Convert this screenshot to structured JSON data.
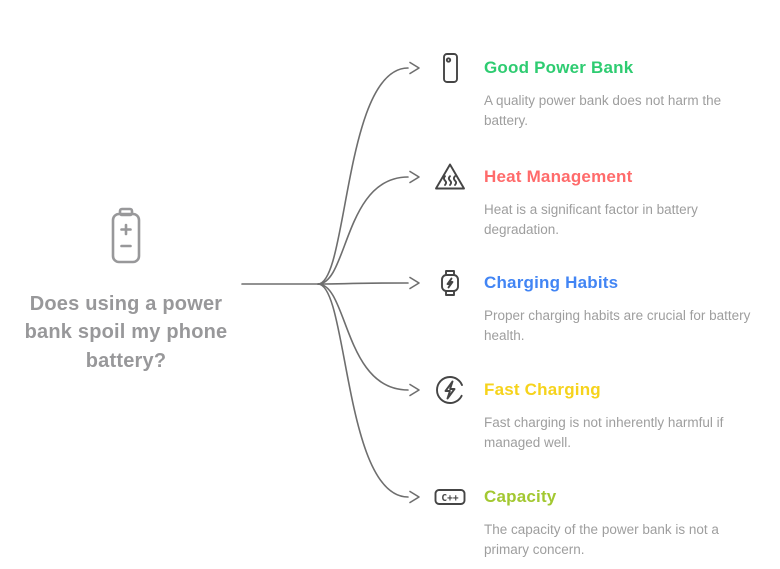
{
  "center": {
    "question": "Does using a power bank spoil my phone battery?"
  },
  "branches": [
    {
      "title": "Good Power Bank",
      "color": "#2ecc71",
      "description": "A quality power bank does not harm the battery."
    },
    {
      "title": "Heat Management",
      "color": "#ff6b6b",
      "description": "Heat is a significant factor in battery degradation."
    },
    {
      "title": "Charging Habits",
      "color": "#4285f4",
      "description": "Proper charging habits are crucial for battery health."
    },
    {
      "title": "Fast Charging",
      "color": "#f6d31c",
      "description": "Fast charging is not inherently harmful if managed well."
    },
    {
      "title": "Capacity",
      "color": "#a3c831",
      "description": "The capacity of the power bank is not a primary concern.",
      "icon_text": "C++"
    }
  ]
}
